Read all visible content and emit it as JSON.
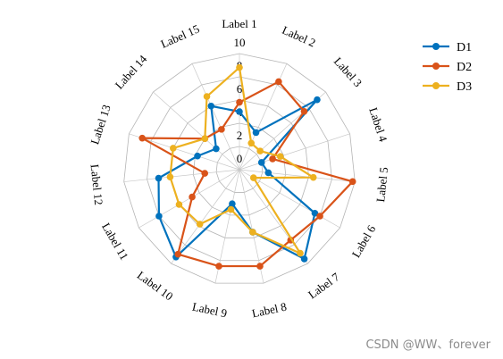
{
  "chart_data": {
    "type": "radar",
    "categories": [
      "Label 1",
      "Label 2",
      "Label 3",
      "Label 4",
      "Label 5",
      "Label 6",
      "Label 7",
      "Label 8",
      "Label 9",
      "Label 10",
      "Label 11",
      "Label 12",
      "Label 13",
      "Label 14",
      "Label 15"
    ],
    "rlim": [
      0,
      10
    ],
    "rticks": [
      "0",
      "2",
      "4",
      "6",
      "8",
      "10"
    ],
    "grid": true,
    "legend": "top-right",
    "series": [
      {
        "name": "D1",
        "color": "#0072BD",
        "values": [
          5.0,
          3.5,
          9.0,
          2.0,
          2.5,
          7.5,
          9.5,
          5.5,
          3.0,
          9.3,
          8.0,
          7.0,
          3.8,
          2.7,
          6.0
        ]
      },
      {
        "name": "D2",
        "color": "#D95319",
        "values": [
          5.8,
          8.3,
          7.5,
          3.0,
          9.8,
          8.0,
          7.5,
          8.5,
          8.5,
          9.0,
          4.7,
          3.0,
          8.8,
          4.0,
          3.8
        ]
      },
      {
        "name": "D3",
        "color": "#EDB120",
        "values": [
          8.8,
          2.5,
          2.4,
          3.7,
          6.4,
          1.4,
          8.9,
          5.5,
          3.5,
          5.8,
          6.0,
          6.0,
          6.0,
          4.0,
          6.9
        ]
      }
    ]
  },
  "watermark": "CSDN @WW、forever"
}
